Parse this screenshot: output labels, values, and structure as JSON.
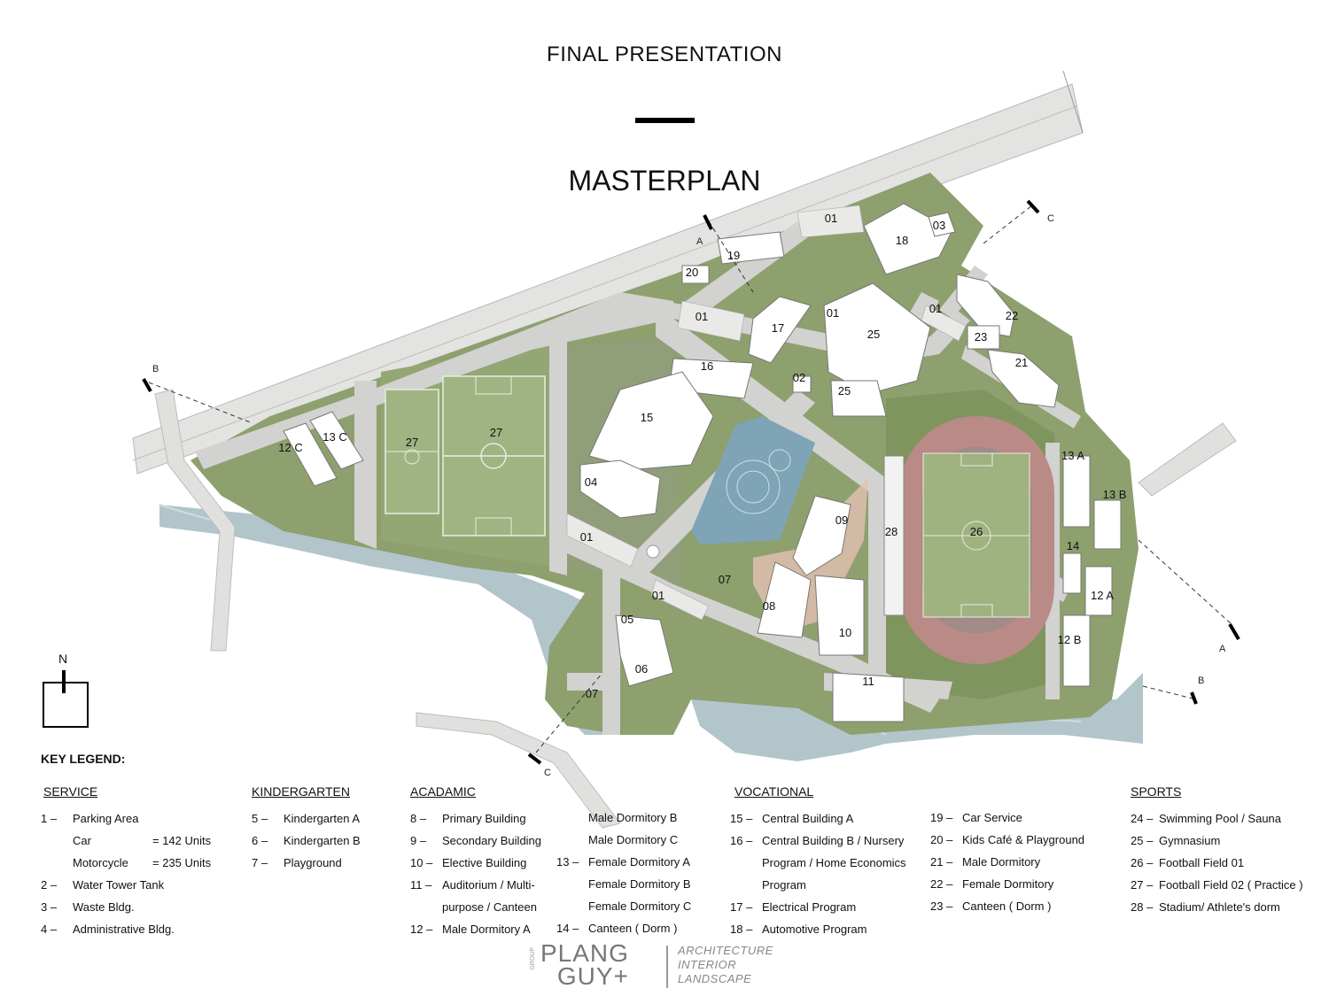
{
  "header": {
    "title_top": "FINAL PRESENTATION",
    "title_main": "MASTERPLAN"
  },
  "north_arrow": {
    "label": "N"
  },
  "plan_labels": {
    "l01a": "01",
    "l01b": "01",
    "l01c": "01",
    "l01d": "01",
    "l01e": "01",
    "l01f": "01",
    "l02": "02",
    "l03": "03",
    "l04": "04",
    "l05": "05",
    "l06": "06",
    "l07a": "07",
    "l07b": "07",
    "l08": "08",
    "l09": "09",
    "l10": "10",
    "l11": "11",
    "l12a": "12 A",
    "l12b": "12 B",
    "l12c": "12 C",
    "l13a": "13 A",
    "l13b": "13 B",
    "l13c": "13 C",
    "l14": "14",
    "l15": "15",
    "l16": "16",
    "l17": "17",
    "l18": "18",
    "l19": "19",
    "l20": "20",
    "l21": "21",
    "l22": "22",
    "l23": "23",
    "l25a": "25",
    "l25b": "25",
    "l26": "26",
    "l27a": "27",
    "l27b": "27",
    "l28": "28"
  },
  "section_cuts": {
    "a_top": "A",
    "a_bottom": "A",
    "b_left": "B",
    "b_right": "B",
    "c_top": "C",
    "c_bottom": "C"
  },
  "legend": {
    "title": "KEY LEGEND:",
    "service": {
      "heading": "SERVICE",
      "items": [
        {
          "num": "1 –",
          "text": "Parking Area"
        },
        {
          "num": "",
          "text": "Car",
          "value": "= 142 Units"
        },
        {
          "num": "",
          "text": "Motorcycle",
          "value": "= 235 Units"
        },
        {
          "num": "2 –",
          "text": "Water Tower Tank"
        },
        {
          "num": "3 –",
          "text": "Waste Bldg."
        },
        {
          "num": "4 –",
          "text": "Administrative Bldg."
        }
      ]
    },
    "kindergarten": {
      "heading": "KINDERGARTEN",
      "items": [
        {
          "num": "5 –",
          "text": "Kindergarten A"
        },
        {
          "num": "6 –",
          "text": "Kindergarten B"
        },
        {
          "num": "7 –",
          "text": "Playground"
        }
      ]
    },
    "academic": {
      "heading": "ACADAMIC",
      "items": [
        {
          "num": "8 –",
          "text": "Primary Building"
        },
        {
          "num": "9 –",
          "text": "Secondary Building"
        },
        {
          "num": "10 –",
          "text": "Elective Building"
        },
        {
          "num": "11 –",
          "text": "Auditorium / Multi-"
        },
        {
          "num": "",
          "text": "purpose / Canteen"
        },
        {
          "num": "12 –",
          "text": "Male Dormitory A"
        }
      ]
    },
    "academic2": {
      "items": [
        {
          "num": "",
          "text": "Male Dormitory B"
        },
        {
          "num": "",
          "text": "Male Dormitory C"
        },
        {
          "num": "13 –",
          "text": "Female Dormitory A"
        },
        {
          "num": "",
          "text": "Female Dormitory B"
        },
        {
          "num": "",
          "text": "Female Dormitory C"
        },
        {
          "num": "14 –",
          "text": "Canteen ( Dorm )"
        }
      ]
    },
    "vocational": {
      "heading": "VOCATIONAL",
      "items": [
        {
          "num": "15 –",
          "text": "Central Building  A"
        },
        {
          "num": "16 –",
          "text": "Central Building B / Nursery"
        },
        {
          "num": "",
          "text": "Program / Home Economics"
        },
        {
          "num": "",
          "text": "Program"
        },
        {
          "num": "17 –",
          "text": "Electrical Program"
        },
        {
          "num": "18 –",
          "text": "Automotive Program"
        }
      ]
    },
    "vocational2": {
      "items": [
        {
          "num": "19 –",
          "text": "Car Service"
        },
        {
          "num": "20 –",
          "text": "Kids Café & Playground"
        },
        {
          "num": "21 –",
          "text": "Male Dormitory"
        },
        {
          "num": "22 –",
          "text": "Female Dormitory"
        },
        {
          "num": "23 –",
          "text": "Canteen ( Dorm )"
        }
      ]
    },
    "sports": {
      "heading": "SPORTS",
      "items": [
        {
          "num": "24 –",
          "text": "Swimming Pool / Sauna"
        },
        {
          "num": "25 –",
          "text": "Gymnasium"
        },
        {
          "num": "26 –",
          "text": "Football Field 01"
        },
        {
          "num": "27 –",
          "text": "Football Field 02 ( Practice )"
        },
        {
          "num": "28 –",
          "text": "Stadium/ Athlete's dorm"
        }
      ]
    }
  },
  "logo": {
    "sub": "GROUP",
    "line1": "PLANG",
    "line2": "GUY+",
    "right1": "ARCHITECTURE",
    "right2": "INTERIOR",
    "right3": "LANDSCAPE"
  },
  "colors": {
    "grass": "#8a9e6c",
    "grass_dark": "#6f8555",
    "road": "#d4d4d2",
    "water": "#9fb7bd",
    "track": "#b98a86",
    "building": "#ffffff",
    "pool": "#7ea4b6"
  }
}
